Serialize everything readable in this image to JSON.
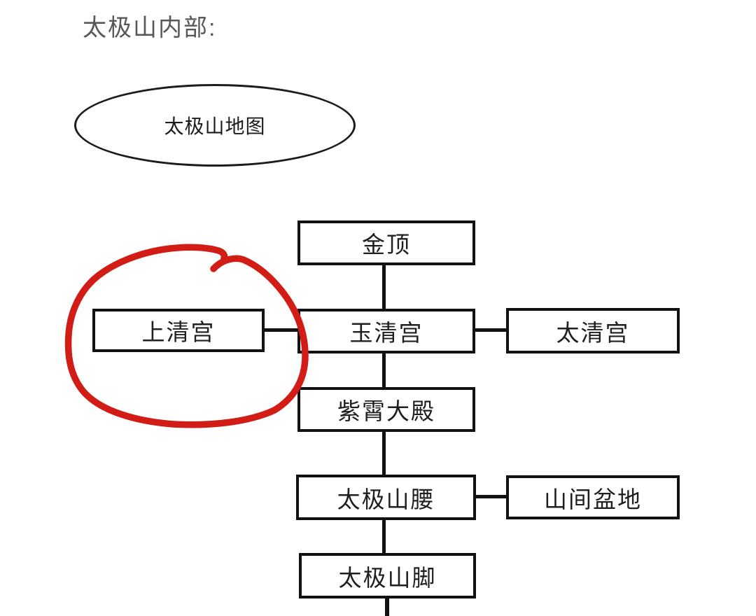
{
  "title": "太极山内部:",
  "diagram": {
    "map_ellipse": {
      "label": "太极山地图"
    },
    "nodes": [
      {
        "id": "jinding",
        "label": "金顶"
      },
      {
        "id": "shangqinggong",
        "label": "上清宫",
        "annotated": true
      },
      {
        "id": "yuqinggong",
        "label": "玉清宫"
      },
      {
        "id": "taiqinggong",
        "label": "太清宫"
      },
      {
        "id": "zixiaodadian",
        "label": "紫霄大殿"
      },
      {
        "id": "taijishanyao",
        "label": "太极山腰"
      },
      {
        "id": "shanjianpendi",
        "label": "山间盆地"
      },
      {
        "id": "taijishanjiao",
        "label": "太极山脚"
      }
    ],
    "edges": [
      {
        "from": "金顶",
        "to": "玉清宫",
        "direction": "vertical"
      },
      {
        "from": "上清宫",
        "to": "玉清宫",
        "direction": "horizontal"
      },
      {
        "from": "玉清宫",
        "to": "太清宫",
        "direction": "horizontal"
      },
      {
        "from": "玉清宫",
        "to": "紫霄大殿",
        "direction": "vertical"
      },
      {
        "from": "紫霄大殿",
        "to": "太极山腰",
        "direction": "vertical"
      },
      {
        "from": "太极山腰",
        "to": "山间盆地",
        "direction": "horizontal"
      },
      {
        "from": "太极山腰",
        "to": "太极山脚",
        "direction": "vertical"
      },
      {
        "from": "太极山脚",
        "to": "下方(截断)",
        "direction": "vertical"
      }
    ],
    "annotation": {
      "shape": "hand-drawn-circle",
      "target": "上清宫",
      "color": "#d11d16"
    }
  },
  "colors": {
    "background": "#ffffff",
    "box_border": "#111111",
    "node_text": "#1f1f1f",
    "title_text": "#585858",
    "annotation_red": "#d11d16"
  }
}
